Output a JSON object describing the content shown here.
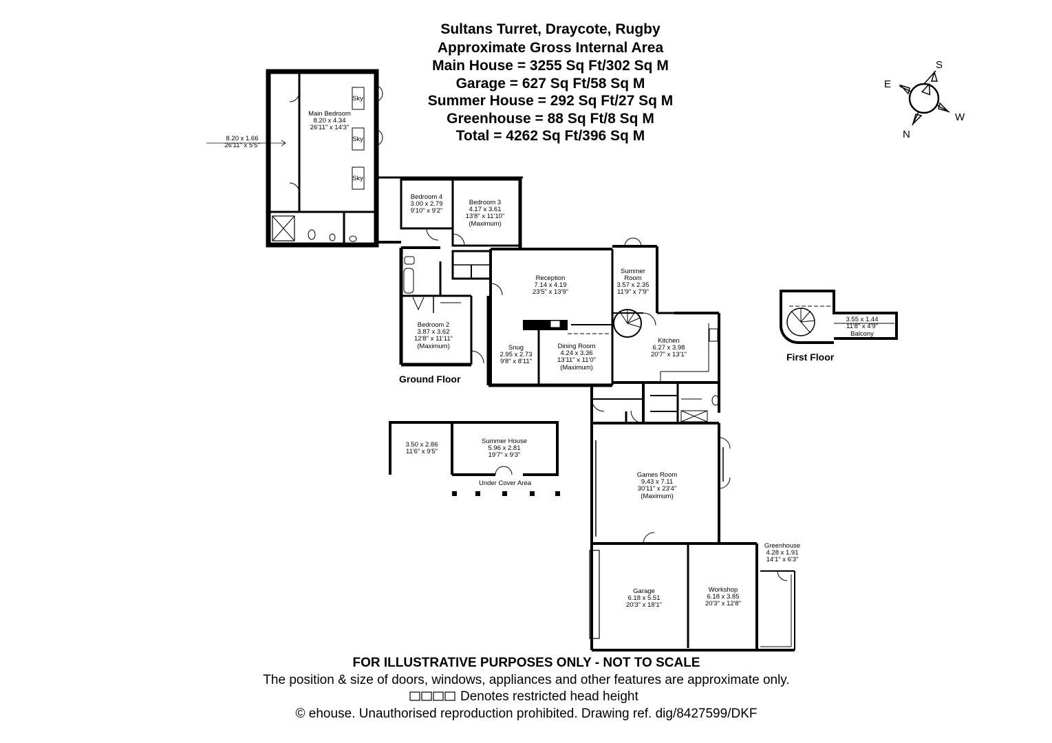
{
  "header": {
    "line1": "Sultans Turret, Draycote, Rugby",
    "line2": "Approximate Gross Internal Area",
    "line3": "Main House = 3255 Sq Ft/302 Sq M",
    "line4": "Garage = 627 Sq Ft/58 Sq M",
    "line5": "Summer House = 292 Sq Ft/27 Sq M",
    "line6": "Greenhouse = 88 Sq Ft/8 Sq M",
    "line7": "Total = 4262 Sq Ft/396 Sq M"
  },
  "compass": {
    "n": "N",
    "s": "S",
    "e": "E",
    "w": "W"
  },
  "floors": {
    "ground": "Ground Floor",
    "first": "First Floor"
  },
  "rooms": {
    "main_bedroom": {
      "name": "Main Bedroom",
      "metric": "8.20 x 4.34",
      "imperial": "26'11\" x 14'3\""
    },
    "side_room": {
      "metric": "8.20 x 1.66",
      "imperial": "26'11\" x 5'5\""
    },
    "bedroom4": {
      "name": "Bedroom 4",
      "metric": "3.00 x 2.79",
      "imperial": "9'10\" x 9'2\""
    },
    "bedroom3": {
      "name": "Bedroom 3",
      "metric": "4.17 x 3.61",
      "imperial": "13'8\" x 11'10\"",
      "note": "(Maximum)"
    },
    "reception": {
      "name": "Reception",
      "metric": "7.14 x 4.19",
      "imperial": "23'5\" x 13'9\""
    },
    "summer_room": {
      "name1": "Summer",
      "name2": "Room",
      "metric": "3.57 x 2.35",
      "imperial": "11'9\" x 7'9\""
    },
    "bedroom2": {
      "name": "Bedroom 2",
      "metric": "3.87 x 3.62",
      "imperial": "12'8\" x 11'11\"",
      "note": "(Maximum)"
    },
    "snug": {
      "name": "Snug",
      "metric": "2.95 x 2.73",
      "imperial": "9'8\" x 8'11\""
    },
    "dining": {
      "name": "Dining Room",
      "metric": "4.24 x 3.36",
      "imperial": "13'11\" x 11'0\"",
      "note": "(Maximum)"
    },
    "kitchen": {
      "name": "Kitchen",
      "metric": "6.27 x 3.98",
      "imperial": "20'7\" x 13'1\""
    },
    "balcony": {
      "name": "Balcony",
      "metric": "3.55 x 1.44",
      "imperial": "11'8\" x 4'9\""
    },
    "sh_side": {
      "metric": "3.50 x 2.86",
      "imperial": "11'6\" x 9'5\""
    },
    "summer_house": {
      "name": "Summer House",
      "metric": "5.96 x 2.81",
      "imperial": "19'7\" x 9'3\""
    },
    "under_cover": {
      "name": "Under Cover Area"
    },
    "games": {
      "name": "Games Room",
      "metric": "9.43 x 7.11",
      "imperial": "30'11\" x 23'4\"",
      "note": "(Maximum)"
    },
    "greenhouse": {
      "name": "Greenhouse",
      "metric": "4.28 x 1.91",
      "imperial": "14'1\" x 6'3\""
    },
    "garage": {
      "name": "Garage",
      "metric": "6.18 x 5.51",
      "imperial": "20'3\" x 18'1\""
    },
    "workshop": {
      "name": "Workshop",
      "metric": "6.18 x 3.85",
      "imperial": "20'3\" x 12'8\""
    },
    "sky": "Sky"
  },
  "footer": {
    "line1": "FOR ILLUSTRATIVE PURPOSES ONLY - NOT TO SCALE",
    "line2": "The position & size of doors, windows, appliances and other features are approximate only.",
    "line3": "Denotes restricted head height",
    "line4": "ehouse. Unauthorised reproduction prohibited. Drawing ref. dig/8427599/DKF"
  }
}
